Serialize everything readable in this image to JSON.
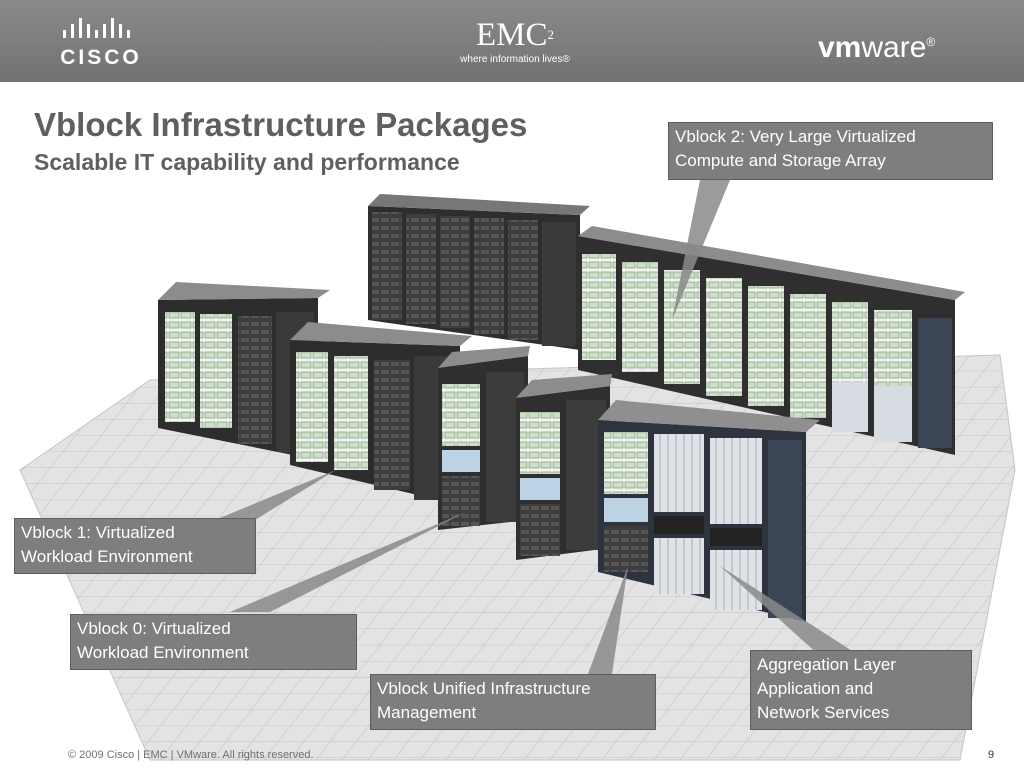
{
  "header": {
    "logos": {
      "cisco": "CISCO",
      "emc": "EMC",
      "emc_superscript": "2",
      "emc_tagline": "where information lives",
      "emc_trademark": "®",
      "vmware_bold": "vm",
      "vmware_light": "ware",
      "vmware_trademark": "®"
    },
    "bar_color": "#7d7d7d"
  },
  "slide": {
    "title": "Vblock Infrastructure Packages",
    "subtitle": "Scalable IT capability and performance"
  },
  "callouts": {
    "vblock2": {
      "line1": "Vblock 2: Very Large Virtualized",
      "line2": "Compute and Storage Array"
    },
    "vblock1": {
      "line1": "Vblock 1: Virtualized",
      "line2": "Workload Environment"
    },
    "vblock0": {
      "line1": "Vblock 0: Virtualized",
      "line2": "Workload Environment"
    },
    "unified": {
      "line1": "Vblock Unified Infrastructure",
      "line2": "Management"
    },
    "aggregation": {
      "line1": "Aggregation Layer",
      "line2": "Application and",
      "line3": "Network Services"
    }
  },
  "footer": {
    "copyright": "© 2009 Cisco | EMC | VMware. All rights reserved.",
    "page_number": "9"
  },
  "colors": {
    "title": "#5f5f5f",
    "callout_bg": "#7e7e7e",
    "rack_dark": "#3a3a3a",
    "blade": "#e9efe6",
    "floor": "#d9d9d9"
  }
}
